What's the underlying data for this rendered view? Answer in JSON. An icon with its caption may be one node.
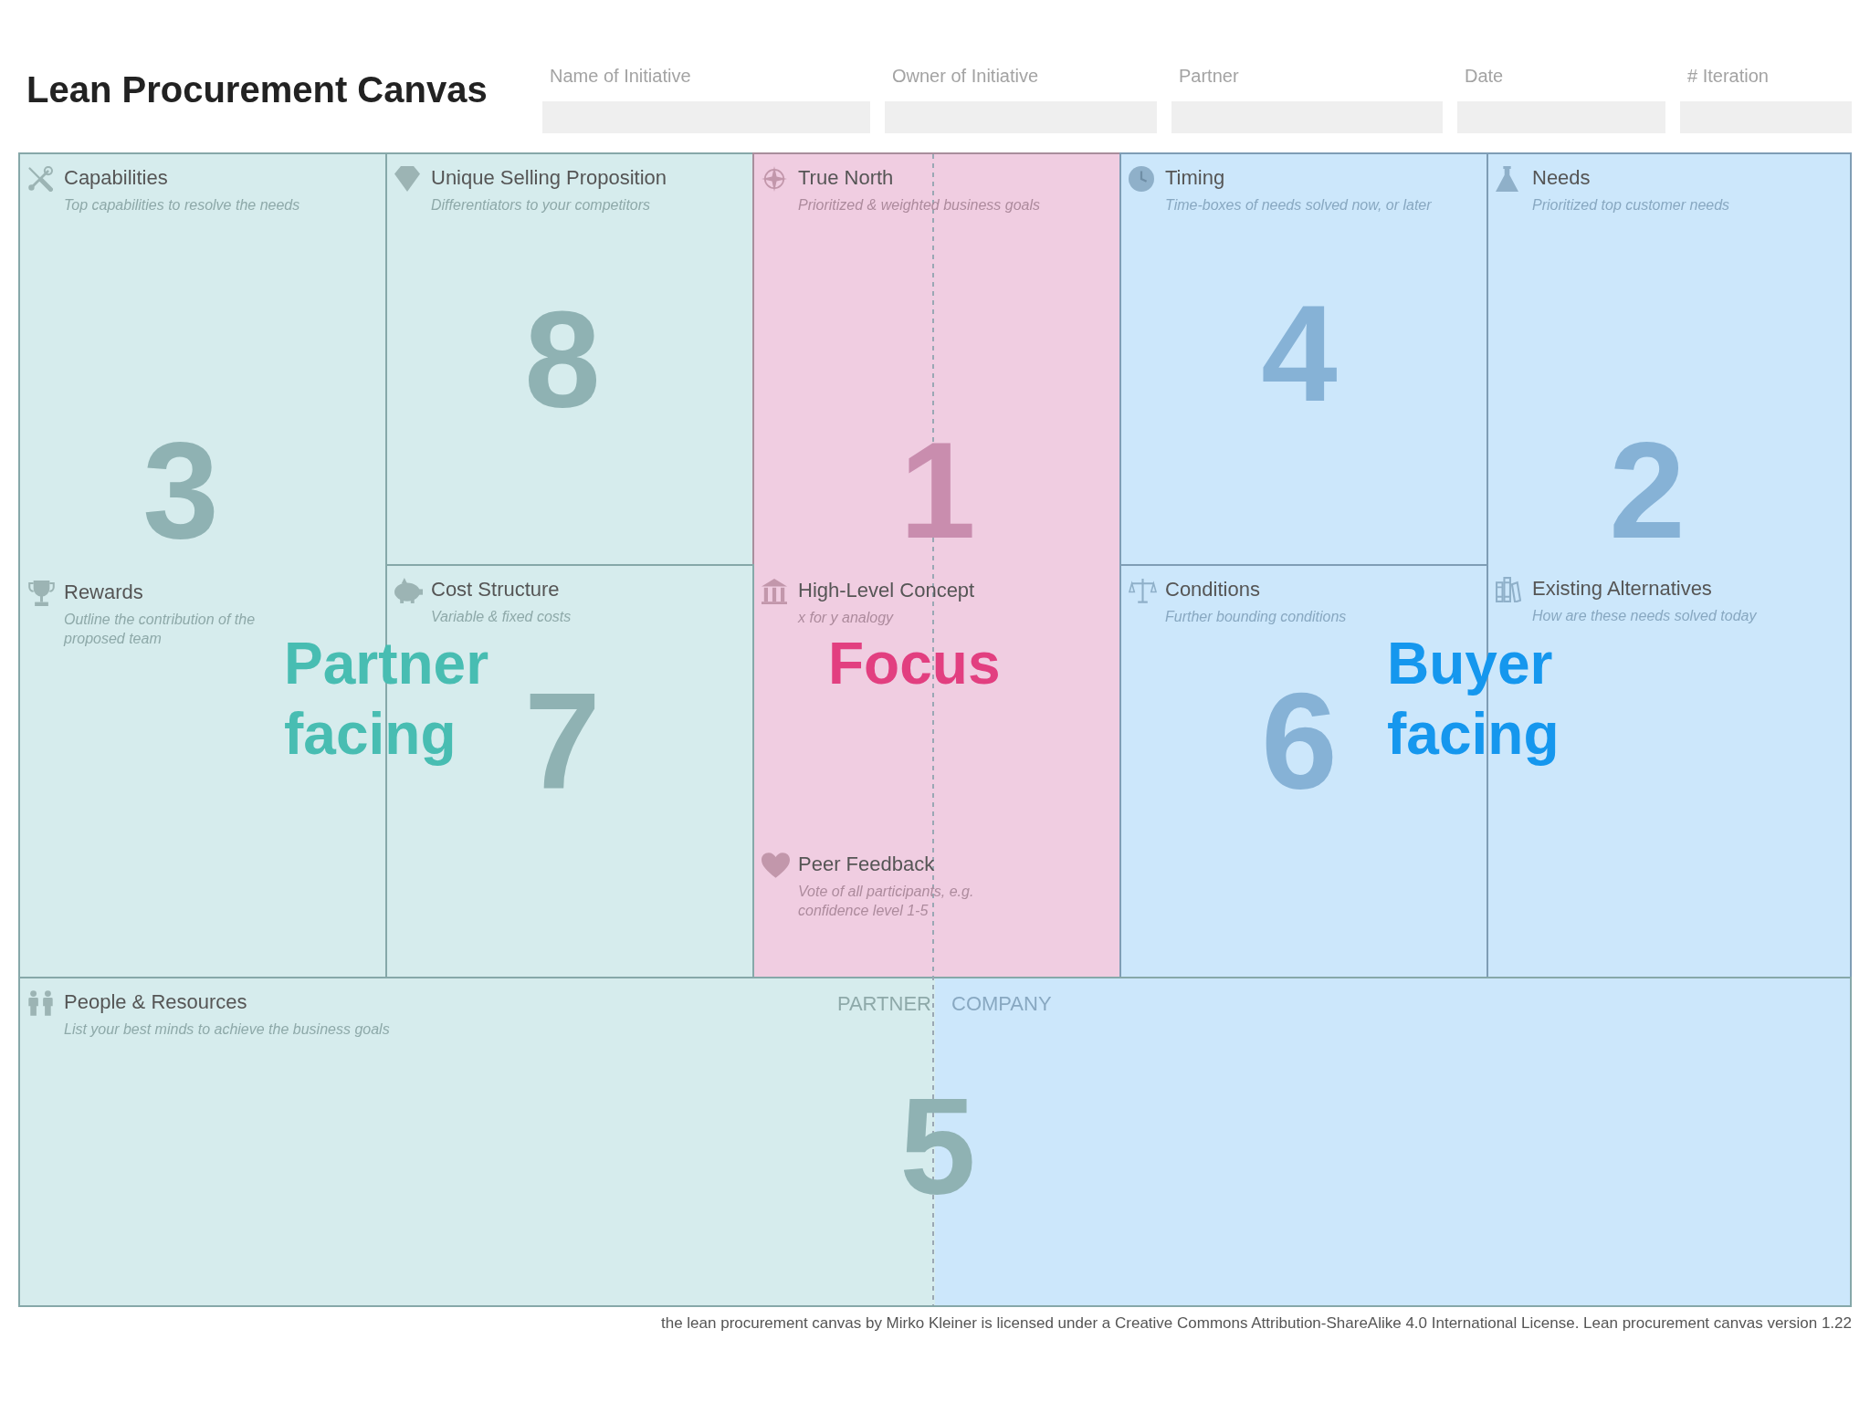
{
  "diagram": {
    "title": "Lean Procurement Canvas",
    "nodes": [
      {
        "text": [
          "Capabilities",
          "Top capabilities to resolve the needs",
          "3",
          "Rewards",
          "Outline the contribution of the proposed team"
        ]
      },
      {
        "text": [
          "Unique Selling Proposition",
          "Differentiators to your competitors",
          "8"
        ]
      },
      {
        "text": [
          "True North",
          "Prioritized & weighted business goals",
          "1",
          "High-Level Concept",
          "x for y analogy",
          "Peer Feedback",
          "Vote of all participants, e.g. confidence level 1-5"
        ]
      },
      {
        "text": [
          "Timing",
          "Time-boxes of needs solved now, or later",
          "4"
        ]
      },
      {
        "text": [
          "Needs",
          "Prioritized top customer needs",
          "2",
          "Existing Alternatives",
          "How are these needs solved today"
        ]
      },
      {
        "text": [
          "Cost Structure",
          "Variable & fixed costs",
          "7"
        ]
      },
      {
        "text": [
          "Conditions",
          "Further bounding conditions",
          "6"
        ]
      },
      {
        "text": [
          "People & Resources",
          "List your best minds to achieve the business goals",
          "PARTNER",
          "COMPANY",
          "5"
        ]
      }
    ],
    "labels": [
      "Name of Initiative",
      "Owner of Initiative",
      "Partner",
      "Date",
      "# Iteration",
      "Partner facing",
      "Focus",
      "Buyer facing",
      "the lean procurement canvas by Mirko Kleiner is licensed under a Creative Commons Attribution-ShareAlike 4.0 International License. Lean procurement canvas version 1.22"
    ]
  }
}
